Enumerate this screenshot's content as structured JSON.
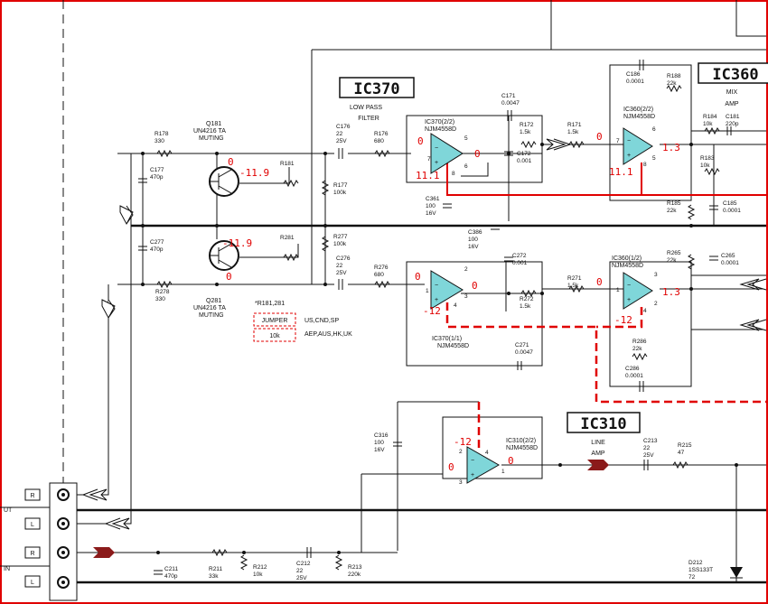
{
  "ic_labels": {
    "ic370": "IC370",
    "ic360": "IC360",
    "ic310": "IC310"
  },
  "blocks": {
    "lowpass": [
      "LOW PASS",
      "FILTER"
    ],
    "mix": [
      "MIX",
      "AMP"
    ],
    "line": [
      "LINE",
      "AMP"
    ],
    "muting": "MUTING"
  },
  "jumper_note": {
    "ref": "*R181,281",
    "jumper": "JUMPER",
    "jumper_regions": "US,CND,SP",
    "res": "10k",
    "res_regions": "AEP,AUS,HK,UK"
  },
  "connectors": {
    "out": "UT",
    "in": "IN",
    "r": "R",
    "l": "L"
  },
  "opamps": {
    "ic370_2": [
      "IC370(2/2)",
      "NJM4558D"
    ],
    "ic370_1": [
      "IC370(1/1)",
      "NJM4558D"
    ],
    "ic360_2": [
      "IC360(2/2)",
      "NJM4558D"
    ],
    "ic360_1": [
      "IC360(1/2)",
      "NJM4558D"
    ],
    "ic310_2": [
      "IC310(2/2)",
      "NJM4558D"
    ]
  },
  "transistors": {
    "q181": [
      "Q181",
      "UN4216 TA",
      "MUTING"
    ],
    "q281": [
      "Q281",
      "UN4216 TA",
      "MUTING"
    ]
  },
  "components": [
    {
      "ref": "R178",
      "val": "330"
    },
    {
      "ref": "C177",
      "val": "470p"
    },
    {
      "ref": "R181",
      "val": ""
    },
    {
      "ref": "R177",
      "val": "100k"
    },
    {
      "ref": "C176",
      "val": "22 25V"
    },
    {
      "ref": "R176",
      "val": "680"
    },
    {
      "ref": "C171",
      "val": "0.0047"
    },
    {
      "ref": "R172",
      "val": "1.5k"
    },
    {
      "ref": "C172",
      "val": "0.001"
    },
    {
      "ref": "C361",
      "val": "100 16V"
    },
    {
      "ref": "R171",
      "val": "1.5k"
    },
    {
      "ref": "C186",
      "val": "0.0001"
    },
    {
      "ref": "R188",
      "val": "22k"
    },
    {
      "ref": "R184",
      "val": "10k"
    },
    {
      "ref": "C181",
      "val": "220p"
    },
    {
      "ref": "R183",
      "val": "10k"
    },
    {
      "ref": "R185",
      "val": "22k"
    },
    {
      "ref": "C185",
      "val": "0.0001"
    },
    {
      "ref": "C277",
      "val": "470p"
    },
    {
      "ref": "R281",
      "val": ""
    },
    {
      "ref": "R277",
      "val": "100k"
    },
    {
      "ref": "R278",
      "val": "330"
    },
    {
      "ref": "C276",
      "val": "22 25V"
    },
    {
      "ref": "R276",
      "val": "680"
    },
    {
      "ref": "C386",
      "val": "100 16V"
    },
    {
      "ref": "C272",
      "val": "0.001"
    },
    {
      "ref": "R271",
      "val": "1.5k"
    },
    {
      "ref": "R272",
      "val": "1.5k"
    },
    {
      "ref": "C271",
      "val": "0.0047"
    },
    {
      "ref": "R265",
      "val": "22k"
    },
    {
      "ref": "C265",
      "val": "0.0001"
    },
    {
      "ref": "R286",
      "val": "22k"
    },
    {
      "ref": "C286",
      "val": "0.0001"
    },
    {
      "ref": "C316",
      "val": "100 16V"
    },
    {
      "ref": "C213",
      "val": "22 25V"
    },
    {
      "ref": "R215",
      "val": "47"
    },
    {
      "ref": "C211",
      "val": "470p"
    },
    {
      "ref": "R211",
      "val": "33k"
    },
    {
      "ref": "R212",
      "val": "10k"
    },
    {
      "ref": "C212",
      "val": "22 25V"
    },
    {
      "ref": "R213",
      "val": "220k"
    },
    {
      "ref": "D212",
      "val": "1SS133T 72"
    }
  ],
  "voltages": {
    "q181_b": "0",
    "q181_c": "-11.9",
    "q281_c": "-11.9",
    "q281_e": "0",
    "ic370_2_in": "0",
    "ic370_2_out": "0",
    "ic370_2_v": "11.1",
    "ic360_2_in": "0",
    "ic360_2_out": "1.3",
    "ic360_2_v": "11.1",
    "ic370_1_in": "0",
    "ic370_1_out": "0",
    "ic370_1_v": "-12",
    "ic360_1_in": "0",
    "ic360_1_out": "1.3",
    "ic360_1_v": "-12",
    "ic310_v": "-12",
    "ic310_in": "0",
    "ic310_out": "0"
  },
  "pins": {
    "p1": "1",
    "p2": "2",
    "p3": "3",
    "p4": "4",
    "p5": "5",
    "p6": "6",
    "p7": "7",
    "p8": "8"
  },
  "colors": {
    "border": "#e00000",
    "voltage": "#e00000",
    "opamp_fill": "#7fd6d9",
    "arrow_fill": "#8b1a1a"
  }
}
